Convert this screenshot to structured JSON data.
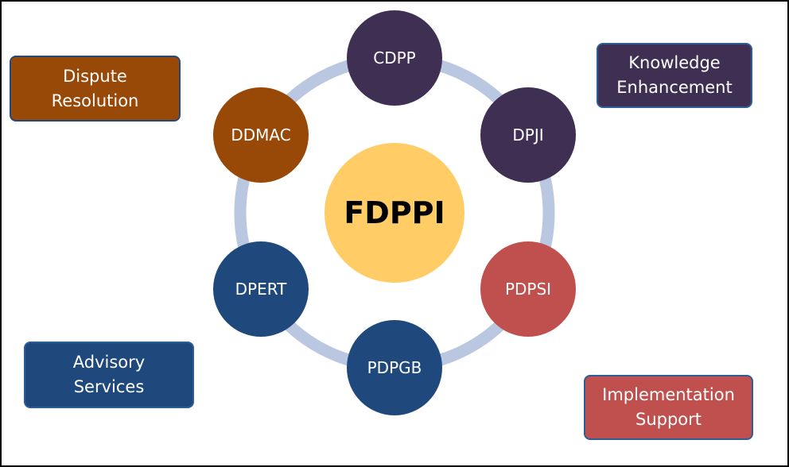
{
  "center": {
    "label": "FDPPI",
    "color": "#FFCC66"
  },
  "nodes": [
    {
      "label": "CDPP",
      "color": "#3F2F52"
    },
    {
      "label": "DPJI",
      "color": "#3F2F52"
    },
    {
      "label": "PDPSI",
      "color": "#C0504D"
    },
    {
      "label": "PDPGB",
      "color": "#1F497D"
    },
    {
      "label": "DPERT",
      "color": "#1F497D"
    },
    {
      "label": "DDMAC",
      "color": "#984807"
    }
  ],
  "ring_color": "#B9C7E0",
  "boxes": {
    "dispute": {
      "line1": "Dispute",
      "line2": "Resolution",
      "color": "#984807",
      "border": "#244A7A"
    },
    "knowledge": {
      "line1": "Knowledge",
      "line2": "Enhancement",
      "color": "#3F2F52",
      "border": "#2E5D95"
    },
    "advisory": {
      "line1": "Advisory",
      "line2": "Services",
      "color": "#1F497D",
      "border": "#2E5D95"
    },
    "implementation": {
      "line1": "Implementation",
      "line2": "Support",
      "color": "#C0504D",
      "border": "#2E5D95"
    }
  }
}
